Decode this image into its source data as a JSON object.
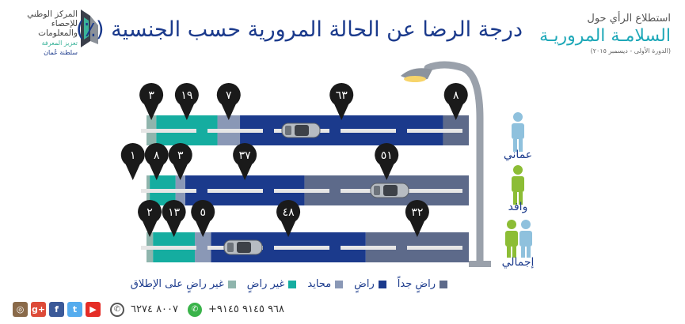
{
  "header": {
    "title": "درجة الرضا عن الحالة المرورية حسب الجنسية (٪)",
    "survey_line1": "استطلاع الرأي حول",
    "survey_line2": "السلامـة المروريـة",
    "survey_line3": "(الدورة الأولى - ديسمبر ٢٠١٥)"
  },
  "logo": {
    "line1": "المركز الوطني",
    "line2": "للإحصاء",
    "line3": "والمعلومات",
    "tagline": "تعزيز المعرفة",
    "country": "سلطنة عُمان"
  },
  "colors": {
    "very_satisfied": "#5d6a8a",
    "satisfied": "#1b3a8c",
    "neutral": "#8a98b6",
    "not_satisfied": "#15ada0",
    "not_satisfied_at_all": "#8fb5ad",
    "pin": "#1a1a1a"
  },
  "chart_data": {
    "type": "bar",
    "stacked": true,
    "orientation": "horizontal",
    "title": "درجة الرضا عن الحالة المرورية حسب الجنسية (٪)",
    "categories": [
      "عماني",
      "وافد",
      "إجمالي"
    ],
    "series": [
      {
        "name": "راضٍ جداً",
        "values": [
          8,
          51,
          32
        ]
      },
      {
        "name": "راضٍ",
        "values": [
          63,
          37,
          48
        ]
      },
      {
        "name": "محايد",
        "values": [
          7,
          3,
          5
        ]
      },
      {
        "name": "غير راضٍ",
        "values": [
          19,
          8,
          13
        ]
      },
      {
        "name": "غير راضٍ على الإطلاق",
        "values": [
          3,
          1,
          2
        ]
      }
    ],
    "labels": [
      [
        "٨",
        "٦٣",
        "٧",
        "١٩",
        "٣"
      ],
      [
        "٥١",
        "٣٧",
        "٣",
        "٨",
        "١"
      ],
      [
        "٣٢",
        "٤٨",
        "٥",
        "١٣",
        "٢"
      ]
    ],
    "legend_position": "bottom"
  },
  "footer": {
    "phone": "٨٠٠٧ ٦٢٧٤",
    "whatsapp": "+٩٦٨ ٩١٤٥ ٩١٤٥",
    "social": [
      "youtube-icon",
      "twitter-icon",
      "facebook-icon",
      "google-plus-icon",
      "instagram-icon"
    ]
  }
}
